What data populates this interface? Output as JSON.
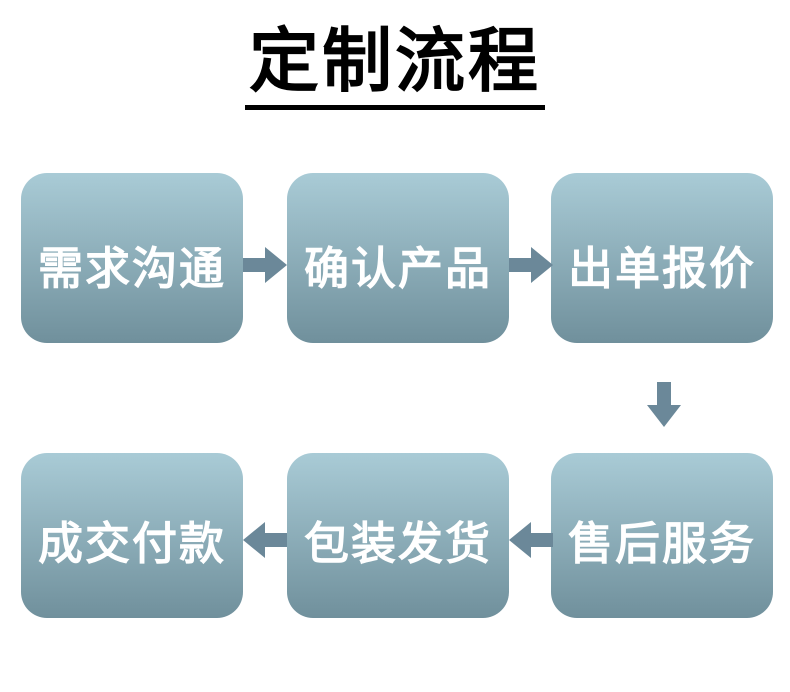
{
  "title": {
    "text": "定制流程"
  },
  "colors": {
    "background": "#ffffff",
    "title": "#000000",
    "box_top": "#a9cbd6",
    "box_bottom": "#70909c",
    "box_text": "#ffffff",
    "arrow": "#6b8899"
  },
  "flow": {
    "steps": [
      {
        "order": 1,
        "label": "需求沟通",
        "row": 1,
        "col": 1
      },
      {
        "order": 2,
        "label": "确认产品",
        "row": 1,
        "col": 2
      },
      {
        "order": 3,
        "label": "出单报价",
        "row": 1,
        "col": 3
      },
      {
        "order": 4,
        "label": "售后服务",
        "row": 2,
        "col": 3
      },
      {
        "order": 5,
        "label": "包装发货",
        "row": 2,
        "col": 2
      },
      {
        "order": 6,
        "label": "成交付款",
        "row": 2,
        "col": 1
      }
    ],
    "arrows": [
      {
        "from": 1,
        "to": 2,
        "direction": "right"
      },
      {
        "from": 2,
        "to": 3,
        "direction": "right"
      },
      {
        "from": 3,
        "to": 4,
        "direction": "down"
      },
      {
        "from": 4,
        "to": 5,
        "direction": "left"
      },
      {
        "from": 5,
        "to": 6,
        "direction": "left"
      }
    ]
  }
}
